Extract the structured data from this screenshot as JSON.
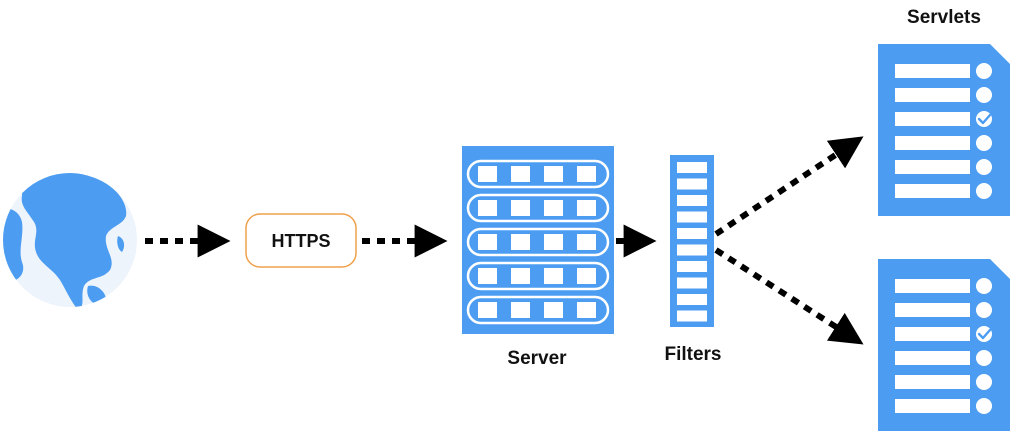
{
  "labels": {
    "https": "HTTPS",
    "server": "Server",
    "filters": "Filters",
    "servlets": "Servlets"
  },
  "colors": {
    "blue": "#4c9df2",
    "globe_light": "#eef4fb",
    "https_border": "#f0a04a",
    "arrow": "#000000"
  },
  "icons": {
    "client": "globe-icon",
    "server": "server-rack-icon",
    "filters": "filter-stack-icon",
    "servlet": "document-list-icon",
    "check": "checkmark-icon"
  }
}
